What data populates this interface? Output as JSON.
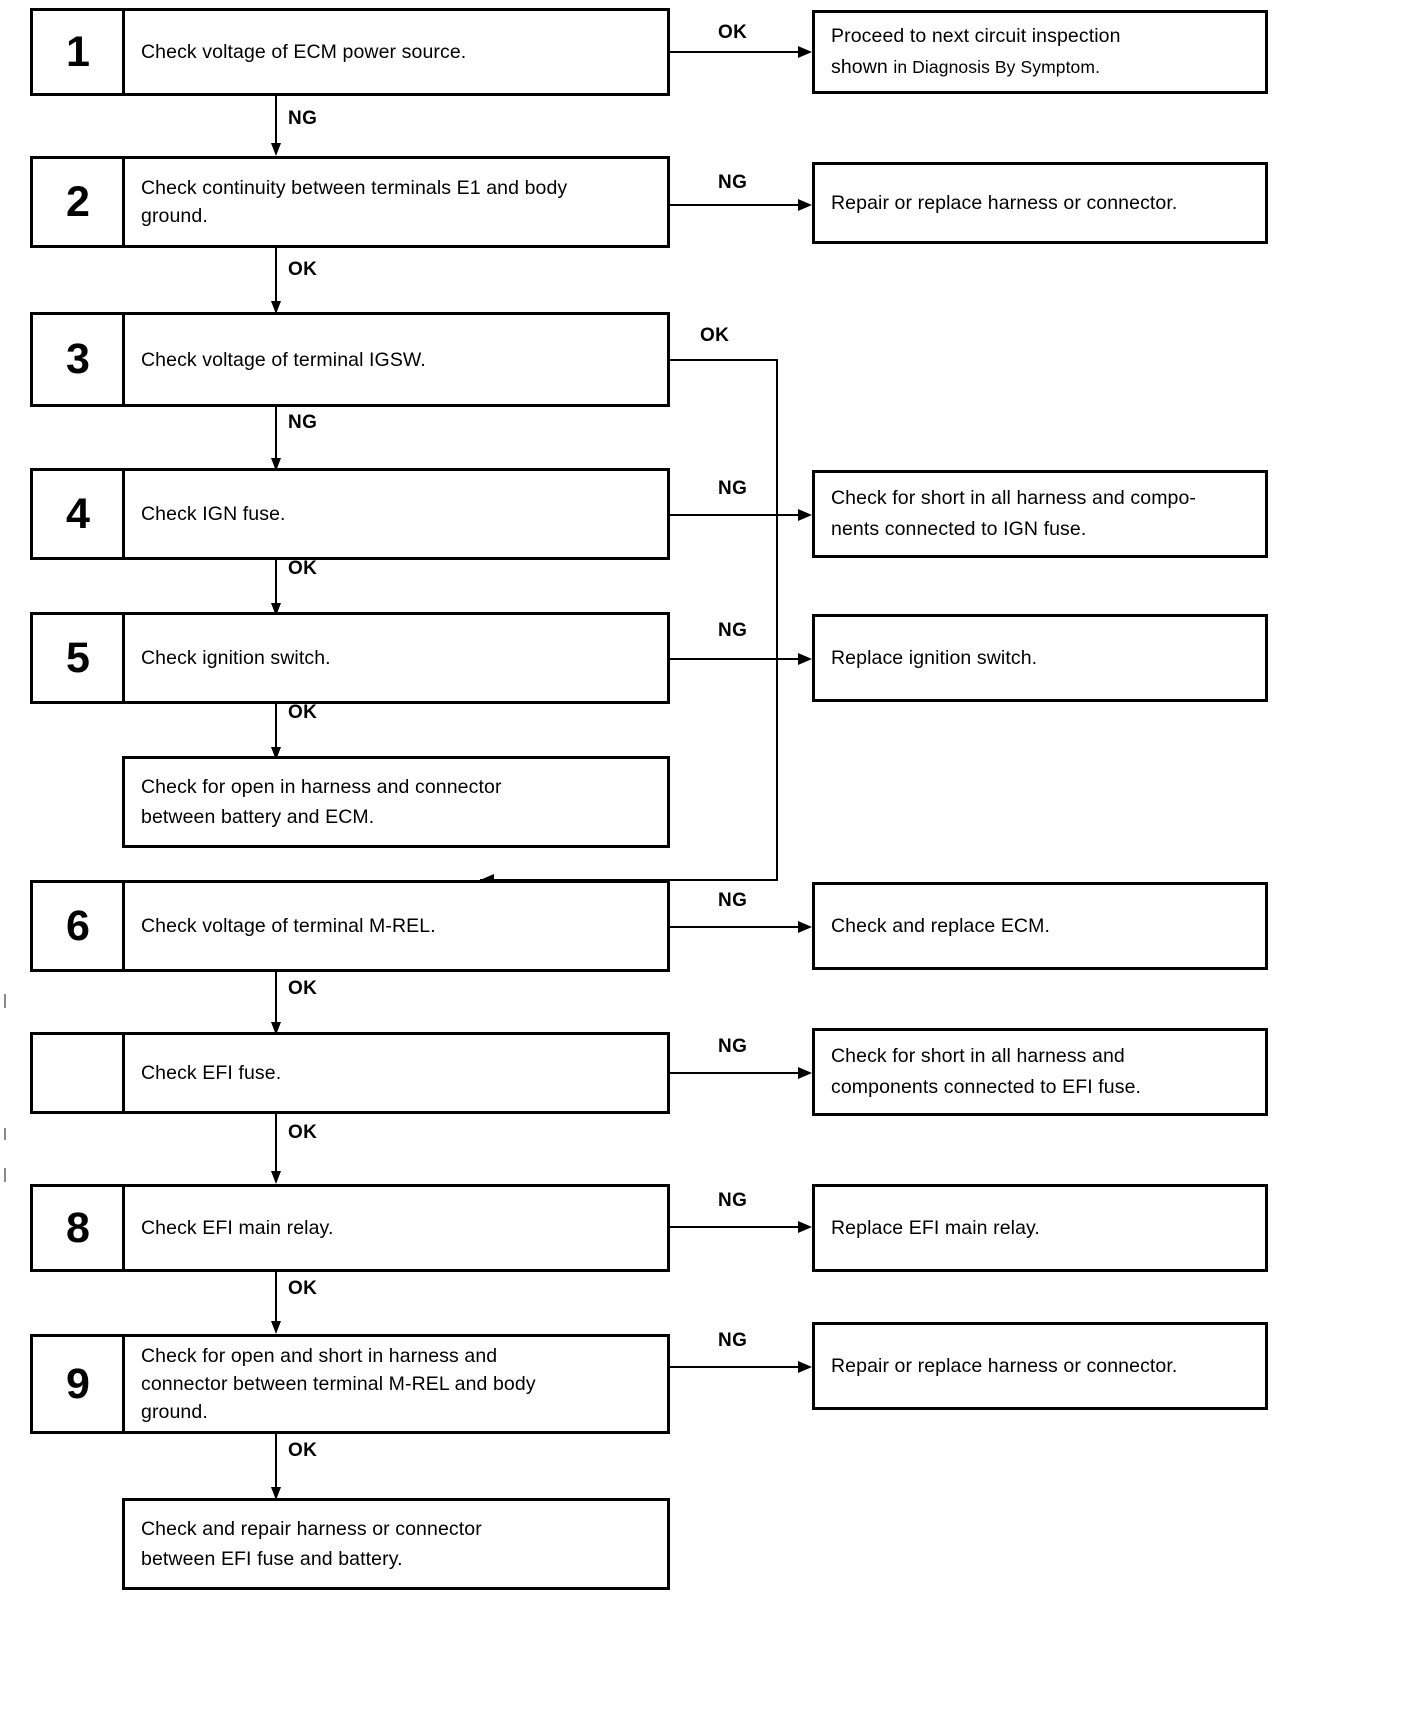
{
  "document": {
    "title": "ECM Power Source Circuit Inspection Flowchart",
    "type": "troubleshooting-flowchart"
  },
  "labels": {
    "ok": "OK",
    "ng": "NG"
  },
  "steps": [
    {
      "number": "1",
      "text": "Check voltage of ECM power source.",
      "ok_label": "OK",
      "ng_label": "NG"
    },
    {
      "number": "2",
      "text": "Check continuity between terminals E1 and body\nground.",
      "ok_label": "OK",
      "ng_label": "NG"
    },
    {
      "number": "3",
      "text": "Check voltage of terminal IGSW.",
      "ok_label": "OK",
      "ng_label": "NG"
    },
    {
      "number": "4",
      "text": "Check IGN fuse.",
      "ok_label": "OK",
      "ng_label": "NG"
    },
    {
      "number": "5",
      "text": "Check ignition switch.",
      "ok_label": "OK",
      "ng_label": "NG"
    },
    {
      "number": "6",
      "text": "Check voltage of terminal M-REL.",
      "ok_label": "OK",
      "ng_label": "NG"
    },
    {
      "number": "",
      "text": "Check EFI fuse.",
      "ok_label": "OK",
      "ng_label": "NG"
    },
    {
      "number": "8",
      "text": "Check EFI main relay.",
      "ok_label": "OK",
      "ng_label": "NG"
    },
    {
      "number": "9",
      "text": "Check for open and short in harness and\nconnector between terminal M-REL and body\nground.",
      "ok_label": "OK",
      "ng_label": "NG"
    }
  ],
  "results": [
    {
      "line1": "Proceed to next circuit inspection",
      "line2": "shown ",
      "line2b": "in Diagnosis By Symptom."
    },
    {
      "text": "Repair or replace harness or connector."
    },
    {
      "text": "Check for short in all harness and compo-\nnents connected to IGN fuse."
    },
    {
      "text": "Replace ignition switch."
    },
    {
      "text": "Check and replace ECM."
    },
    {
      "text": "Check for short in all harness and\ncomponents connected to EFI fuse."
    },
    {
      "text": "Replace EFI main relay."
    },
    {
      "text": "Repair or replace harness or connector."
    }
  ],
  "terminals": [
    {
      "text": "Check for open in harness and connector\nbetween battery and ECM."
    },
    {
      "text": "Check and repair harness or connector\nbetween EFI fuse and battery."
    }
  ],
  "colors": {
    "ink": "#000000",
    "paper": "#ffffff"
  }
}
